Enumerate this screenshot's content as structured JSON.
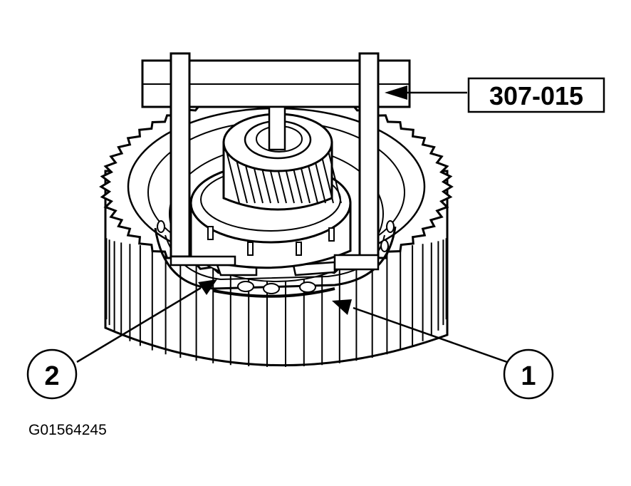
{
  "callouts": {
    "tool": "307-015",
    "item1": "1",
    "item2": "2"
  },
  "figure_code": "G01564245",
  "colors": {
    "ink": "#000000",
    "paper": "#ffffff"
  }
}
